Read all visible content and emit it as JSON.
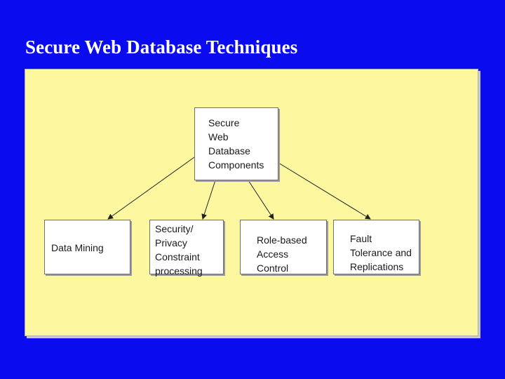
{
  "slide": {
    "title": "Secure Web Database Techniques"
  },
  "diagram": {
    "root": {
      "label": "Secure\nWeb\nDatabase\nComponents"
    },
    "children": [
      {
        "label": "Data Mining"
      },
      {
        "label": "Security/\nPrivacy\nConstraint\nprocessing"
      },
      {
        "label": "Role-based\nAccess\nControl"
      },
      {
        "label": "Fault\nTolerance and\nReplications"
      }
    ]
  },
  "colors": {
    "background": "#0b0bf0",
    "panel": "#fdf8a0",
    "box": "#ffffff",
    "title_text": "#ffffff"
  }
}
